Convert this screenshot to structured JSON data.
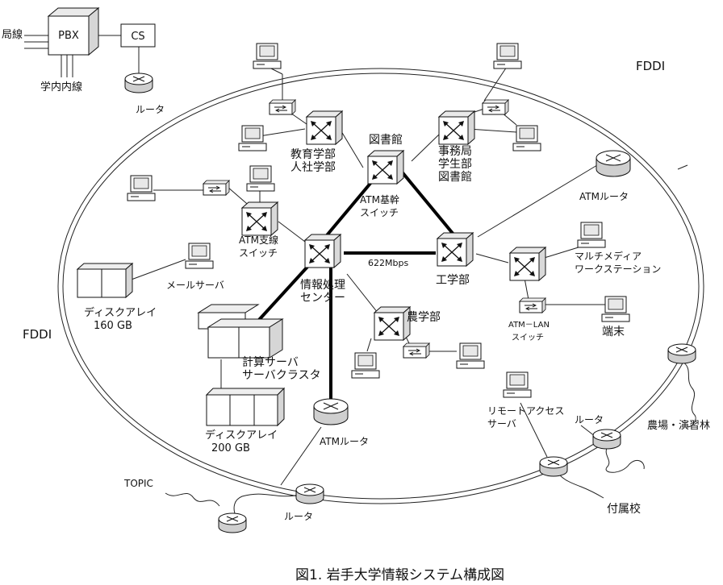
{
  "labels": {
    "pbx": "PBX",
    "cs": "CS",
    "outside_line": "局線",
    "campus_line": "学内内線",
    "router_top": "ルータ",
    "fddi_top": "FDDI",
    "fddi_left": "FDDI",
    "library": "図書館",
    "education": "教育学部",
    "humanities": "人社学部",
    "admin1": "事務局",
    "admin2": "学生部",
    "admin3": "図書館",
    "atm_backbone1": "ATM基幹",
    "atm_backbone2": "スイッチ",
    "atm_router_right": "ATMルータ",
    "atm_branch1": "ATM支線",
    "atm_branch2": "スイッチ",
    "speed": "622Mbps",
    "engineering": "工学部",
    "multimedia1": "マルチメディア",
    "multimedia2": "ワークステーション",
    "mail_server": "メールサーバ",
    "center1": "情報処理",
    "center2": "センター",
    "disk160_1": "ディスクアレイ",
    "disk160_2": "160 GB",
    "agriculture": "農学部",
    "atm_lan1": "ATM－LAN",
    "atm_lan2": "スイッチ",
    "terminal": "端末",
    "compute1": "計算サーバ",
    "compute2": "サーバクラスタ",
    "disk200_1": "ディスクアレイ",
    "disk200_2": "200 GB",
    "atm_router_bottom": "ATMルータ",
    "remote1": "リモートアクセス",
    "remote2": "サーバ",
    "router_right": "ルータ",
    "farm": "農場・演習林",
    "topic": "TOPIC",
    "router_bottom": "ルータ",
    "attached_school": "付属校",
    "caption": "図1. 岩手大学情報システム構成図"
  }
}
